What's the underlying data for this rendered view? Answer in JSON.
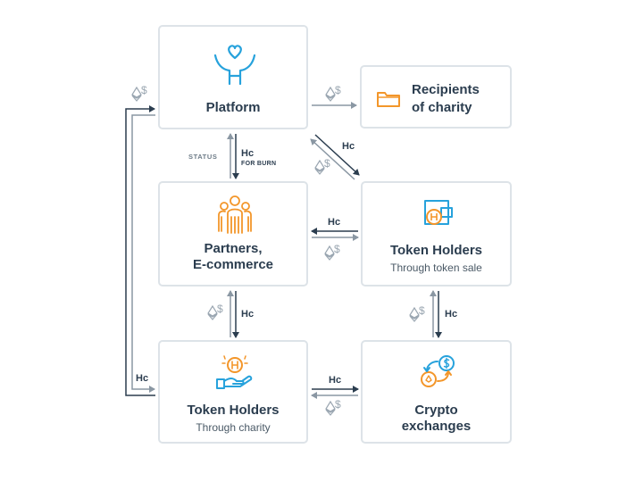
{
  "nodes": {
    "platform": {
      "title": "Platform",
      "icon": "heart-person-icon"
    },
    "recipients": {
      "title_line1": "Recipients",
      "title_line2": "of charity",
      "icon": "folder-icon"
    },
    "partners": {
      "title_line1": "Partners,",
      "title_line2": "E-commerce",
      "icon": "people-group-icon"
    },
    "holders_sale": {
      "title": "Token Holders",
      "subtitle": "Through token sale",
      "icon": "wallet-token-icon"
    },
    "holders_charity": {
      "title": "Token Holders",
      "subtitle": "Through charity",
      "icon": "hand-token-icon"
    },
    "exchanges": {
      "title_line1": "Crypto",
      "title_line2": "exchanges",
      "icon": "exchange-icon"
    }
  },
  "labels": {
    "hc": "Hc",
    "for_burn": "FOR BURN",
    "status": "STATUS",
    "dollar": "$"
  },
  "colors": {
    "blue": "#27a2dc",
    "orange": "#f3962a",
    "text": "#2b3d4f",
    "arrow": "#2b3d4f",
    "arrow_light": "#8a97a3",
    "border": "#dde3e8"
  }
}
